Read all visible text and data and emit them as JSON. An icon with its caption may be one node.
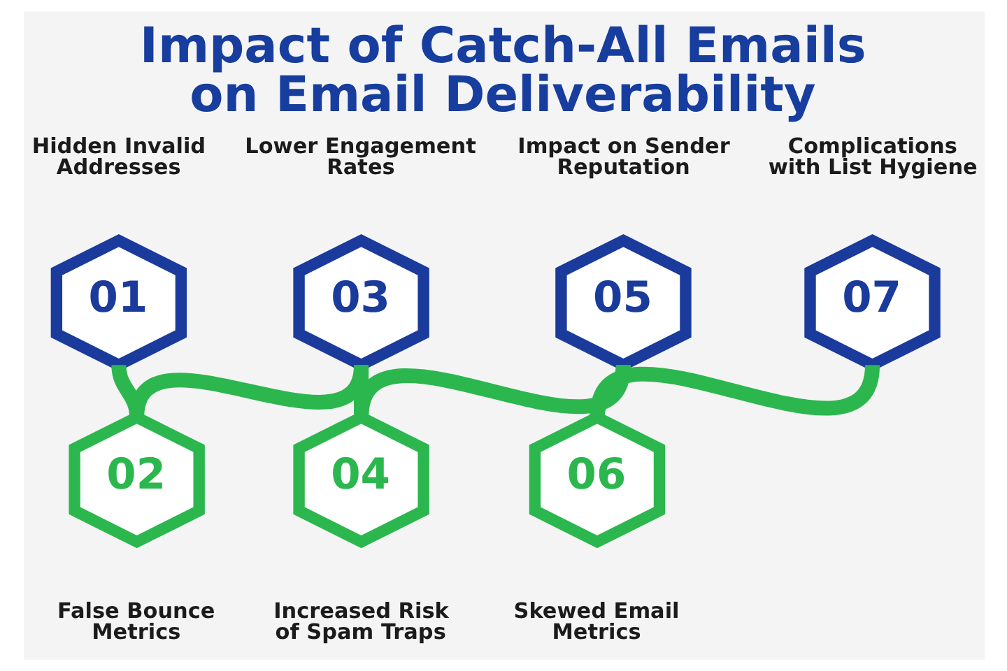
{
  "diagram": {
    "title": "Impact of Catch-All Emails on Email Deliverability",
    "nodes": [
      {
        "text": [
          "01"
        ],
        "beside": [
          "Hidden Invalid Addresses"
        ]
      },
      {
        "text": [
          "02"
        ],
        "beside": [
          "False Bounce Metrics"
        ]
      },
      {
        "text": [
          "03"
        ],
        "beside": [
          "Lower Engagement Rates"
        ]
      },
      {
        "text": [
          "04"
        ],
        "beside": [
          "Increased Risk of Spam Traps"
        ]
      },
      {
        "text": [
          "05"
        ],
        "beside": [
          "Impact on Sender Reputation"
        ]
      },
      {
        "text": [
          "06"
        ],
        "beside": [
          "Skewed Email Metrics"
        ]
      },
      {
        "text": [
          "07"
        ],
        "beside": [
          "Complications with List Hygiene"
        ]
      }
    ],
    "edges": [
      {
        "from": 0,
        "to": 1,
        "arrow": "none"
      },
      {
        "from": 1,
        "to": 2,
        "arrow": "none"
      },
      {
        "from": 2,
        "to": 3,
        "arrow": "none"
      },
      {
        "from": 3,
        "to": 4,
        "arrow": "none"
      },
      {
        "from": 4,
        "to": 5,
        "arrow": "none"
      },
      {
        "from": 5,
        "to": 6,
        "arrow": "none"
      }
    ]
  }
}
